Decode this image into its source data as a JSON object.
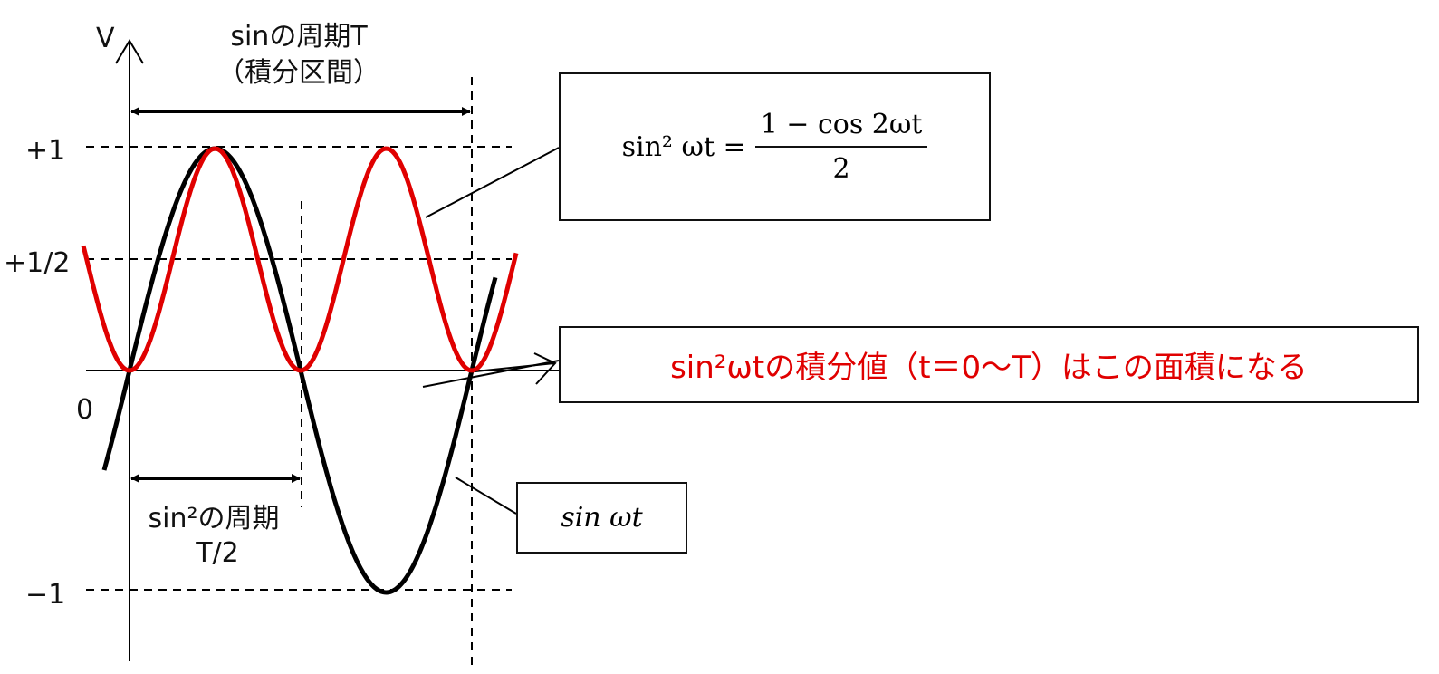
{
  "labels": {
    "v_axis": "V",
    "sin_period": "sinの周期T",
    "integration_interval": "（積分区間）",
    "plus_one": "+1",
    "plus_half": "+1/2",
    "zero": "0",
    "minus_one": "−1",
    "sin2_period": "sin²の周期",
    "half_period": "T/2"
  },
  "formula_box": {
    "lhs": "sin² ωt =",
    "numerator": "1 − cos 2ωt",
    "denominator": "2"
  },
  "note_box": {
    "text": "sin²ωtの積分値（t＝0〜T）はこの面積になる"
  },
  "sin_box": {
    "text": "sin ωt"
  },
  "colors": {
    "sin_curve": "#000000",
    "sin2_curve": "#e00000",
    "note_text": "#e00000"
  }
}
